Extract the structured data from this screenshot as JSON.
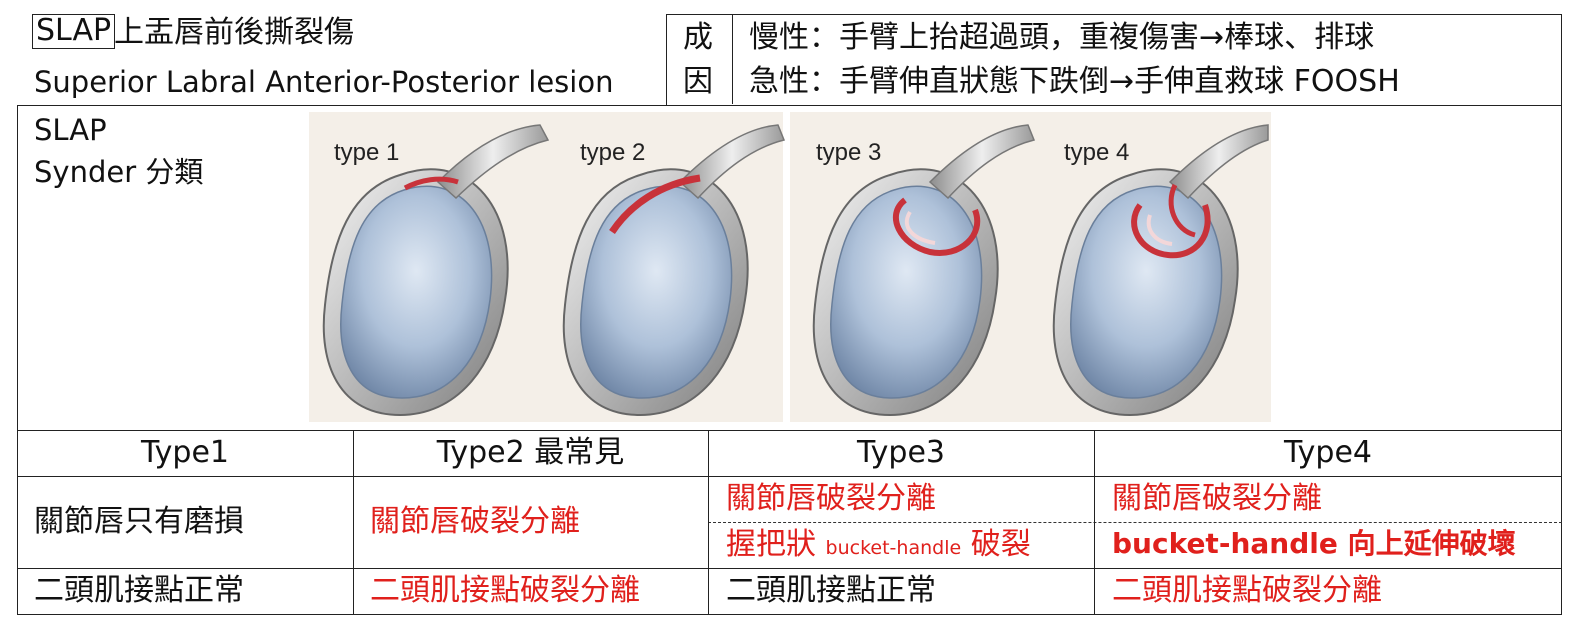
{
  "header": {
    "slap_boxed": "SLAP",
    "title_zh": "上盂唇前後撕裂傷",
    "title_en": "Superior Labral Anterior-Posterior lesion"
  },
  "cause": {
    "label_1": "成",
    "label_2": "因",
    "chronic": "慢性：手臂上抬超過頭，重複傷害→棒球、排球",
    "acute": "急性：手臂伸直狀態下跌倒→手伸直救球 FOOSH"
  },
  "classification": {
    "line1": "SLAP",
    "line2": "Synder 分類"
  },
  "figure": {
    "labels": [
      "type 1",
      "type 2",
      "type 3",
      "type 4"
    ]
  },
  "table": {
    "headers": [
      "Type1",
      "Type2 最常見",
      "Type3",
      "Type4"
    ],
    "type1_labrum": "關節唇只有磨損",
    "type2_labrum": "關節唇破裂分離",
    "type3_labrum": "關節唇破裂分離",
    "type3_bucket_prefix": "握把狀",
    "type3_bucket_term": "bucket-handle",
    "type3_bucket_suffix": "破裂",
    "type4_labrum": "關節唇破裂分離",
    "type4_bucket": "bucket-handle 向上延伸破壞",
    "biceps": [
      "二頭肌接點正常",
      "二頭肌接點破裂分離",
      "二頭肌接點正常",
      "二頭肌接點破裂分離"
    ]
  },
  "colors": {
    "highlight": "#e0201c",
    "cartilage": "#a9bdd6",
    "labrum_tear": "#c8323a"
  }
}
